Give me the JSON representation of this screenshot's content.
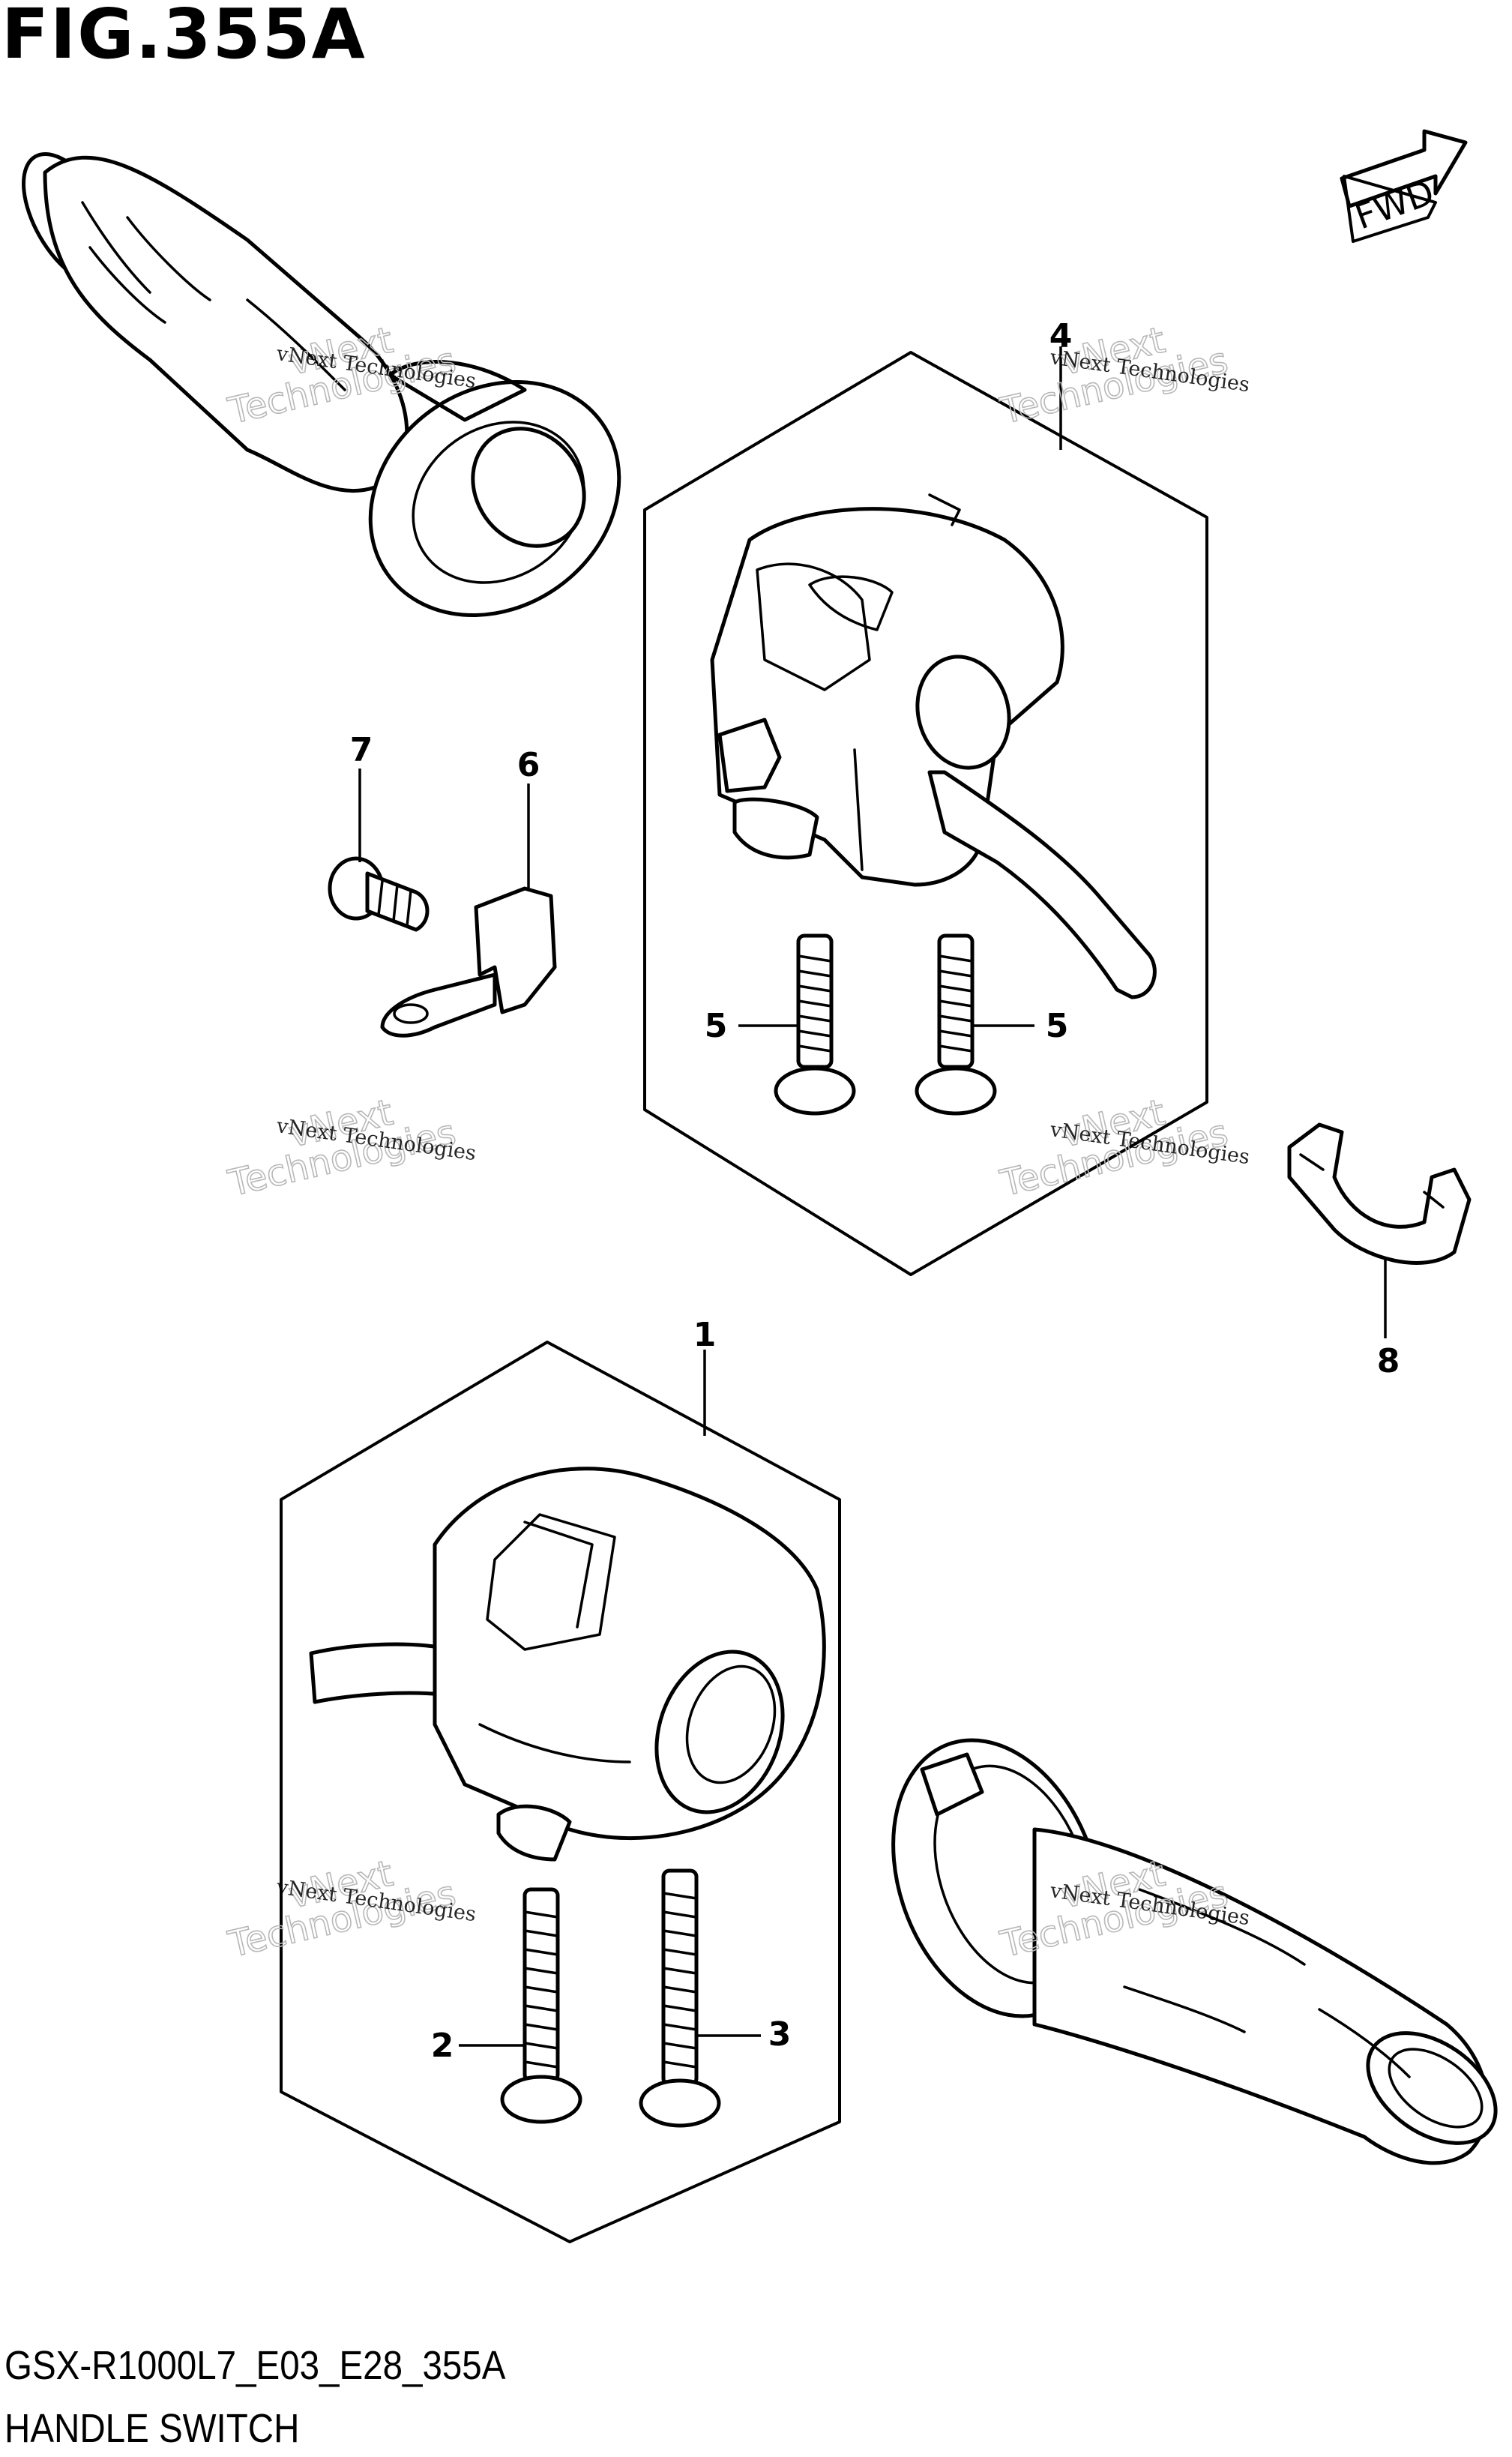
{
  "figure": {
    "title": "FIG.355A",
    "code": "GSX-R1000L7_E03_E28_355A",
    "name": "HANDLE SWITCH"
  },
  "direction_badge": "FWD",
  "callouts": [
    "1",
    "2",
    "3",
    "4",
    "5",
    "6",
    "7",
    "8"
  ],
  "watermark": {
    "line1": "vNext Technologies",
    "line2": "vNext",
    "line3": "Technologies"
  }
}
